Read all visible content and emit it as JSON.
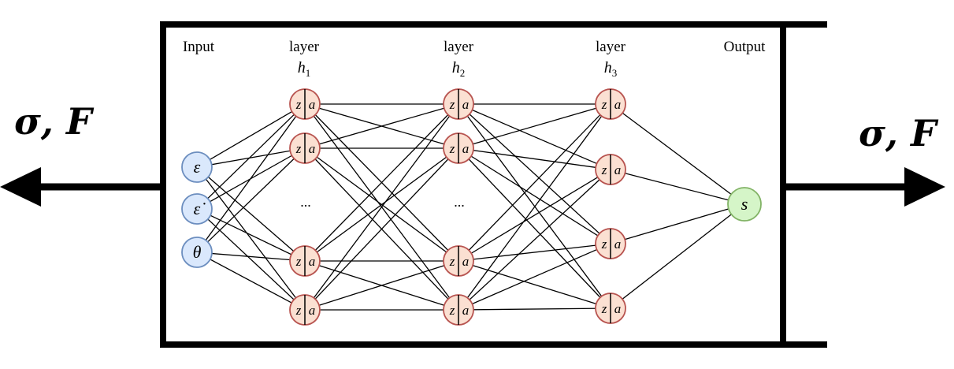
{
  "load_label": "σ, F",
  "columns": {
    "input": "Input",
    "h1": {
      "prefix": "layer",
      "var": "h",
      "sub": "1"
    },
    "h2": {
      "prefix": "layer",
      "var": "h",
      "sub": "2"
    },
    "h3": {
      "prefix": "layer",
      "var": "h",
      "sub": "3"
    },
    "output": "Output"
  },
  "inputs": [
    "ε",
    "ε̇",
    "θ"
  ],
  "hidden_node": {
    "left": "z",
    "right": "a"
  },
  "ellipsis": "...",
  "output_node": "s",
  "colors": {
    "input_fill": "#dae8fc",
    "input_stroke": "#6c8ebf",
    "hidden_fill": "#fbe0d2",
    "hidden_stroke": "#b85450",
    "output_fill": "#d5f5c8",
    "output_stroke": "#82b366"
  }
}
